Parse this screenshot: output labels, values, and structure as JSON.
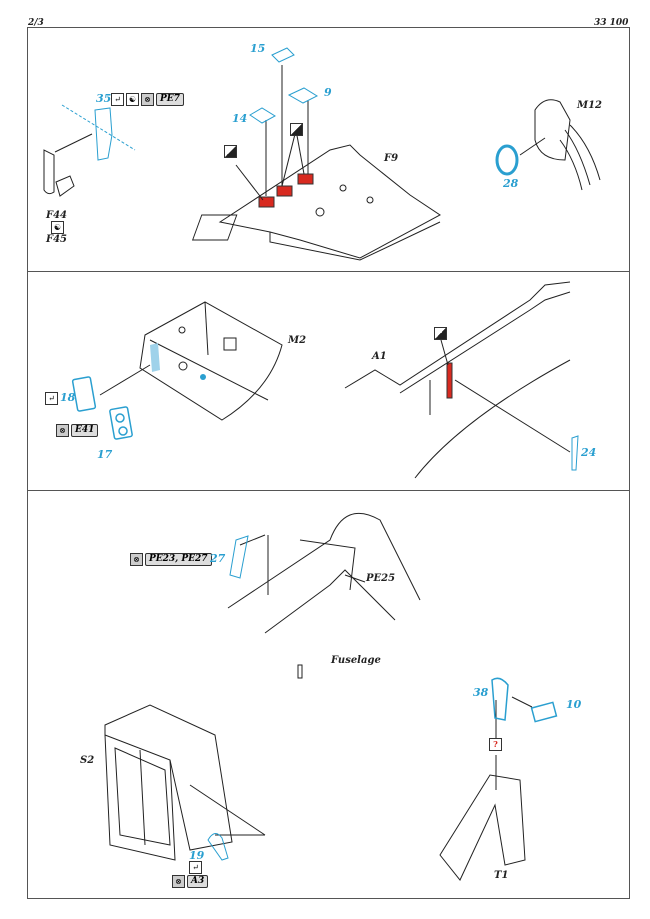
{
  "header": {
    "page": "2/3",
    "code": "33 100"
  },
  "panel1": {
    "part35": "35",
    "pe7": "PE7",
    "f44": "F44",
    "f45": "F45",
    "part15": "15",
    "part14": "14",
    "part9": "9",
    "f9": "F9",
    "m12": "M12",
    "part28": "28"
  },
  "panel2": {
    "m2": "M2",
    "part18": "18",
    "part17": "17",
    "e41": "E41",
    "a1": "A1",
    "part24": "24"
  },
  "panel3": {
    "pe23_27": "PE23, PE27",
    "part27": "27",
    "pe25": "PE25",
    "fuselage": "Fuselage",
    "part38": "38",
    "part10": "10",
    "question": "?",
    "t1": "T1",
    "s2": "S2",
    "part19": "19",
    "a3": "A3"
  },
  "colors": {
    "etch": "#2a9fd0",
    "paint": "#d82a20",
    "line": "#222222"
  }
}
